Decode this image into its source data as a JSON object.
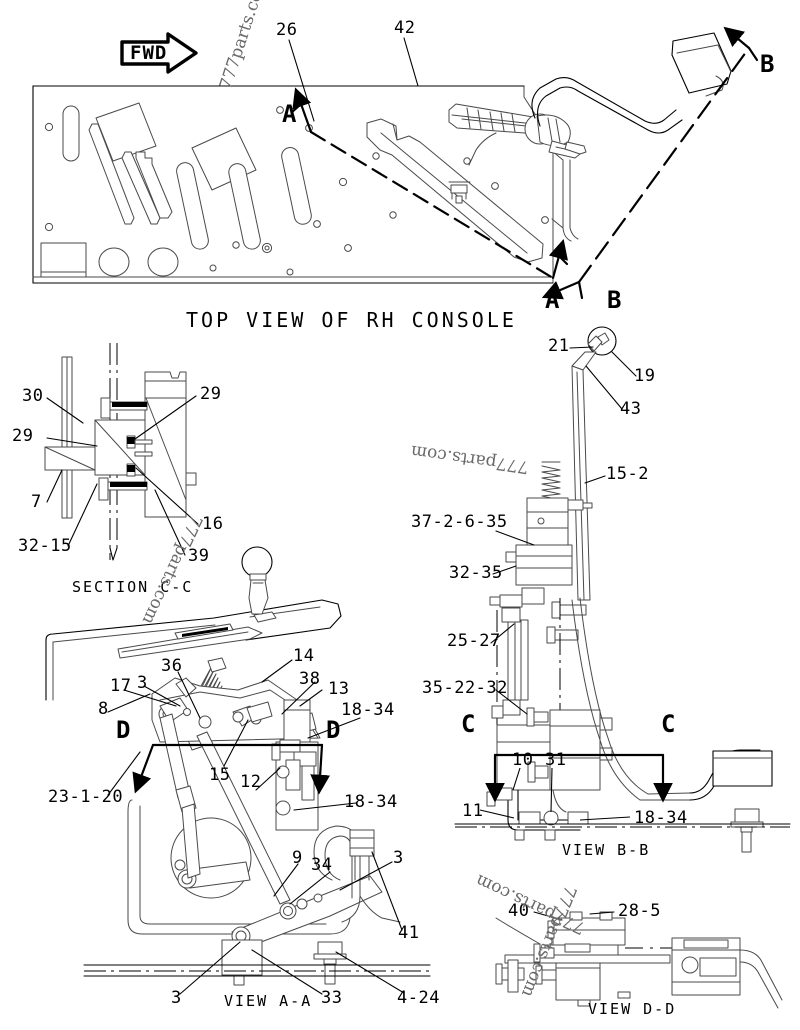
{
  "document": {
    "type": "technical-parts-exploded-diagram",
    "watermark_text": "777parts.com"
  },
  "direction_indicator": {
    "label": "FWD"
  },
  "captions": {
    "top_view": "TOP VIEW OF RH CONSOLE",
    "section_cc": "SECTION C-C",
    "view_aa": "VIEW A-A",
    "view_bb": "VIEW B-B",
    "view_dd": "VIEW D-D"
  },
  "section_markers": {
    "a_top": "A",
    "a_bottom": "A",
    "b_top": "B",
    "b_bottom": "B",
    "c_left": "C",
    "c_right": "C",
    "d_left": "D",
    "d_right": "D"
  },
  "callouts": {
    "top_view": [
      {
        "id": "c26",
        "text": "26"
      },
      {
        "id": "c42",
        "text": "42"
      }
    ],
    "section_cc": [
      {
        "id": "s30",
        "text": "30"
      },
      {
        "id": "s29a",
        "text": "29"
      },
      {
        "id": "s29b",
        "text": "29"
      },
      {
        "id": "s7",
        "text": "7"
      },
      {
        "id": "s32_15",
        "text": "32-15"
      },
      {
        "id": "s16",
        "text": "16"
      },
      {
        "id": "s39",
        "text": "39"
      }
    ],
    "right_column": [
      {
        "id": "r21",
        "text": "21"
      },
      {
        "id": "r19",
        "text": "19"
      },
      {
        "id": "r43",
        "text": "43"
      },
      {
        "id": "r15_2",
        "text": "15-2"
      },
      {
        "id": "r37",
        "text": "37-2-6-35"
      },
      {
        "id": "r32_35",
        "text": "32-35"
      },
      {
        "id": "r25_27",
        "text": "25-27"
      },
      {
        "id": "r35_22_32",
        "text": "35-22-32"
      }
    ],
    "view_aa": [
      {
        "id": "a8",
        "text": "8"
      },
      {
        "id": "a17",
        "text": "17"
      },
      {
        "id": "a3_top",
        "text": "3"
      },
      {
        "id": "a36",
        "text": "36"
      },
      {
        "id": "a14",
        "text": "14"
      },
      {
        "id": "a38",
        "text": "38"
      },
      {
        "id": "a13",
        "text": "13"
      },
      {
        "id": "a18_34_top",
        "text": "18-34"
      },
      {
        "id": "a23_1_20",
        "text": "23-1-20"
      },
      {
        "id": "a15",
        "text": "15"
      },
      {
        "id": "a12",
        "text": "12"
      },
      {
        "id": "a18_34_bot",
        "text": "18-34"
      },
      {
        "id": "a9",
        "text": "9"
      },
      {
        "id": "a34",
        "text": "34"
      },
      {
        "id": "a3_right",
        "text": "3"
      },
      {
        "id": "a41",
        "text": "41"
      },
      {
        "id": "a3_bot",
        "text": "3"
      },
      {
        "id": "a33",
        "text": "33"
      },
      {
        "id": "a4_24",
        "text": "4-24"
      }
    ],
    "view_bb": [
      {
        "id": "b10",
        "text": "10"
      },
      {
        "id": "b31",
        "text": "31"
      },
      {
        "id": "b11",
        "text": "11"
      },
      {
        "id": "b18_34",
        "text": "18-34"
      }
    ],
    "view_dd": [
      {
        "id": "d40",
        "text": "40"
      },
      {
        "id": "d28_5",
        "text": "28-5"
      }
    ]
  },
  "colors": {
    "line": "#000000",
    "thin_line": "#4a4a4a",
    "watermark": "#6a6a6a",
    "background": "#ffffff"
  }
}
